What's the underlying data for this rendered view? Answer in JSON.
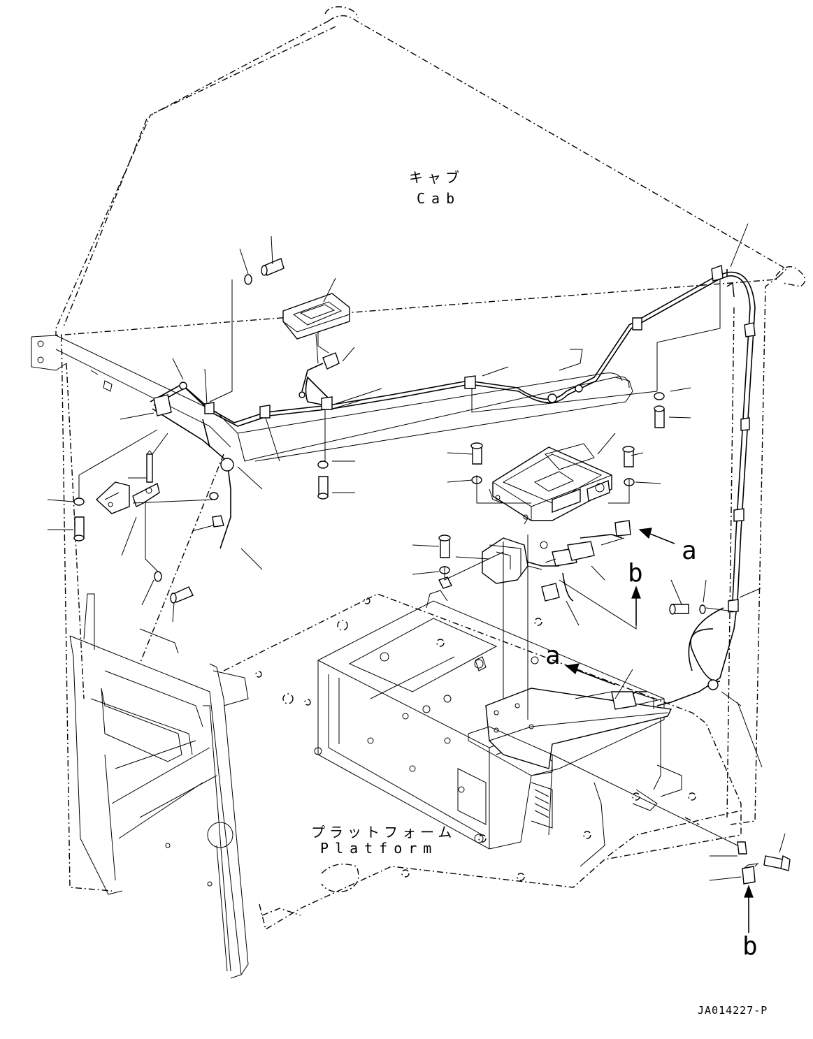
{
  "labels": {
    "cab_jp": "キャブ",
    "cab_en": "Cab",
    "platform_jp": "プラットフォーム",
    "platform_en": "Platform",
    "view_a": "a",
    "view_b": "b",
    "drawing_code": "JA014227-P"
  }
}
